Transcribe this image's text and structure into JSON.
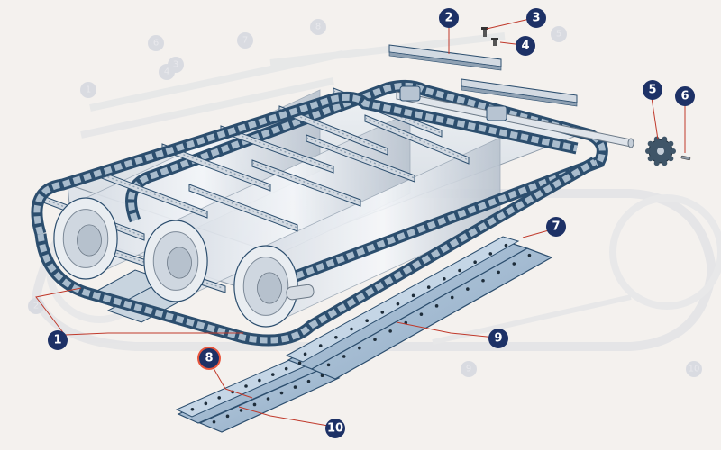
{
  "diagram": {
    "background_color": "#f4f1ee",
    "chain_color": "#2c4e6e",
    "chain_fill": "#a9bccd",
    "plate_color": "#a7bed5",
    "callout_color": "#1d3166",
    "highlight_color": "#e8553c",
    "leader_color": "#c0392b",
    "callouts": [
      {
        "id": "1",
        "label": "1",
        "icon": "callout-circle",
        "highlight": false
      },
      {
        "id": "2",
        "label": "2",
        "icon": "callout-circle",
        "highlight": false
      },
      {
        "id": "3",
        "label": "3",
        "icon": "callout-circle",
        "highlight": false
      },
      {
        "id": "4",
        "label": "4",
        "icon": "callout-circle",
        "highlight": false
      },
      {
        "id": "5",
        "label": "5",
        "icon": "callout-circle",
        "highlight": false
      },
      {
        "id": "6",
        "label": "6",
        "icon": "callout-circle",
        "highlight": false
      },
      {
        "id": "7",
        "label": "7",
        "icon": "callout-circle",
        "highlight": false
      },
      {
        "id": "8",
        "label": "8",
        "icon": "callout-circle",
        "highlight": true
      },
      {
        "id": "9",
        "label": "9",
        "icon": "callout-circle",
        "highlight": false
      },
      {
        "id": "10",
        "label": "10",
        "icon": "callout-circle",
        "highlight": false
      }
    ],
    "ghost_labels": [
      "6",
      "7",
      "8",
      "3",
      "4",
      "5",
      "1",
      "2",
      "9",
      "10"
    ]
  }
}
